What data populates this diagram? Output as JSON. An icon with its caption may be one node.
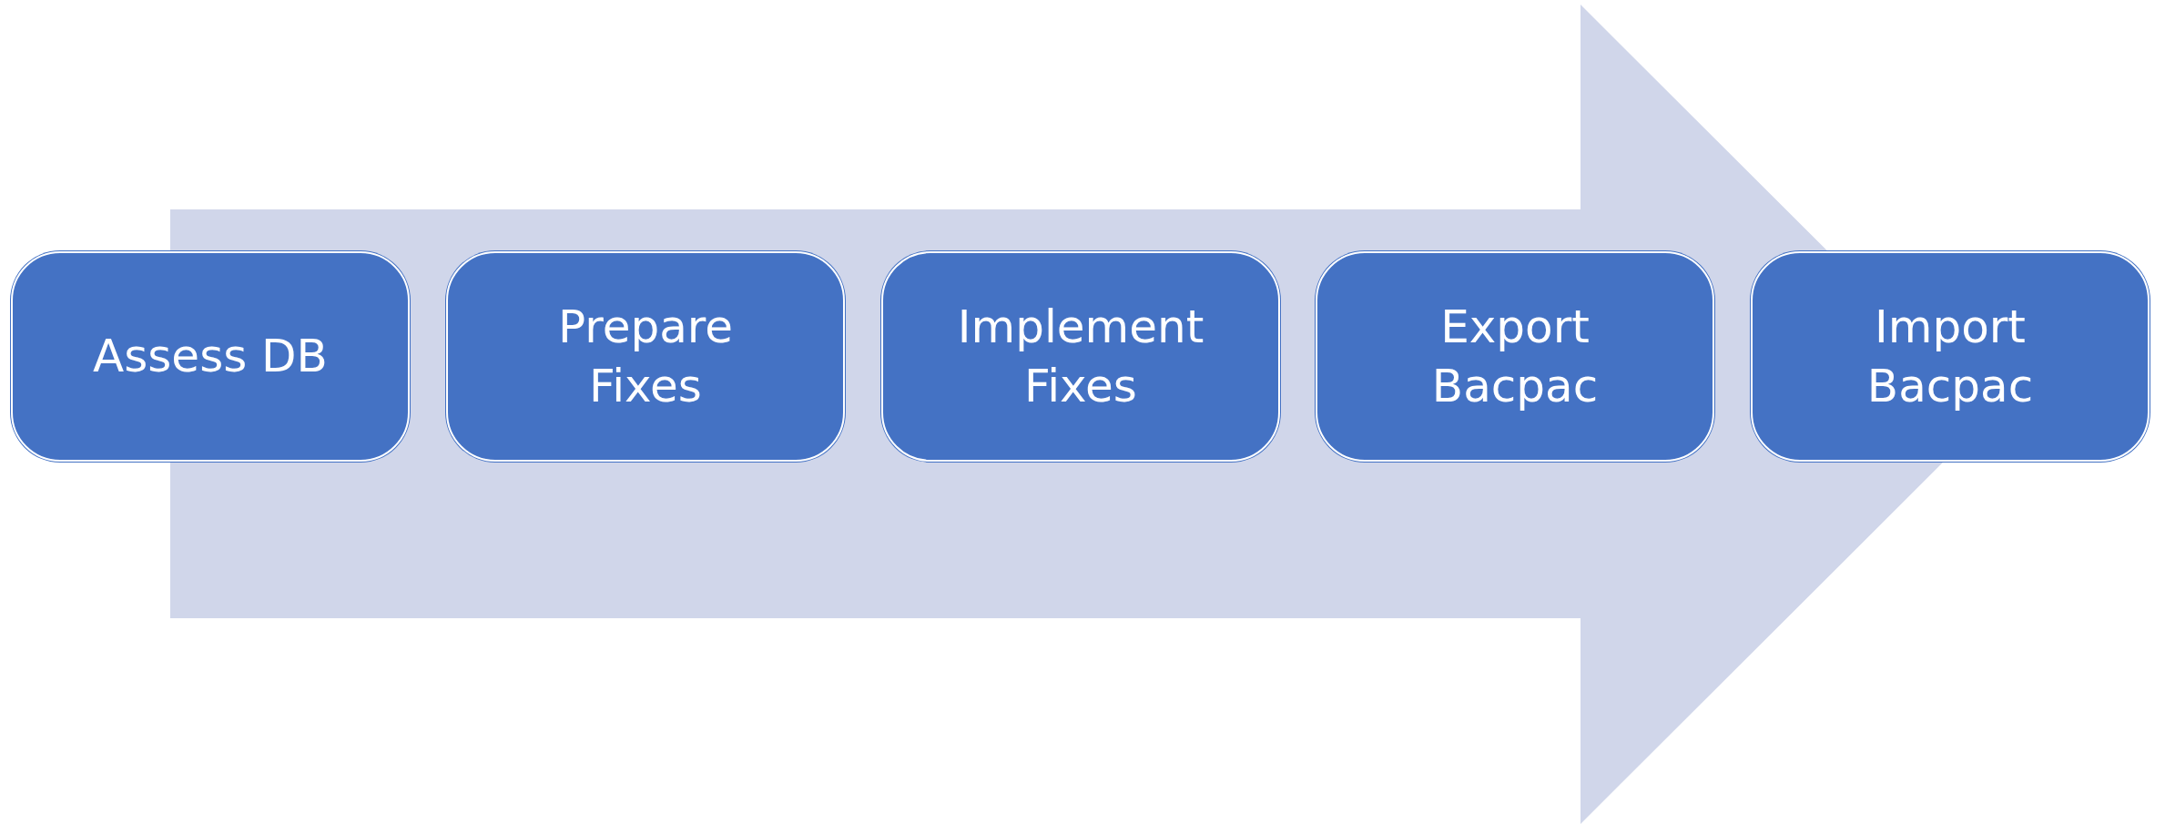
{
  "diagram": {
    "nodes": [
      {
        "text": [
          "Assess DB"
        ]
      },
      {
        "text": [
          "Prepare Fixes"
        ]
      },
      {
        "text": [
          "Implement Fixes"
        ]
      },
      {
        "text": [
          "Export Bacpac"
        ]
      },
      {
        "text": [
          "Import Bacpac"
        ]
      }
    ],
    "edges": [
      {
        "from": 0,
        "to": 4,
        "arrow": "to"
      }
    ]
  }
}
